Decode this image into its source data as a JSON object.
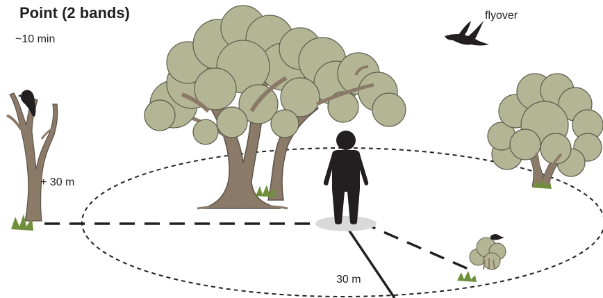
{
  "title": "Point (2 bands)",
  "duration": "~10 min",
  "labels": {
    "flyover": "flyover",
    "outer_band": "+ 30 m",
    "inner_radius": "30 m"
  },
  "icons": [
    "person-icon",
    "tree-icon",
    "bird-icon",
    "shrub-icon",
    "grass-icon",
    "snag-icon"
  ],
  "colors": {
    "foliage": "#b3b595",
    "foliage_outline": "#5c5c4c",
    "trunk": "#8b7a68",
    "person": "#231f20",
    "bird": "#231f20",
    "grass": "#6f8f3a",
    "shadow": "#d9d9d9"
  }
}
